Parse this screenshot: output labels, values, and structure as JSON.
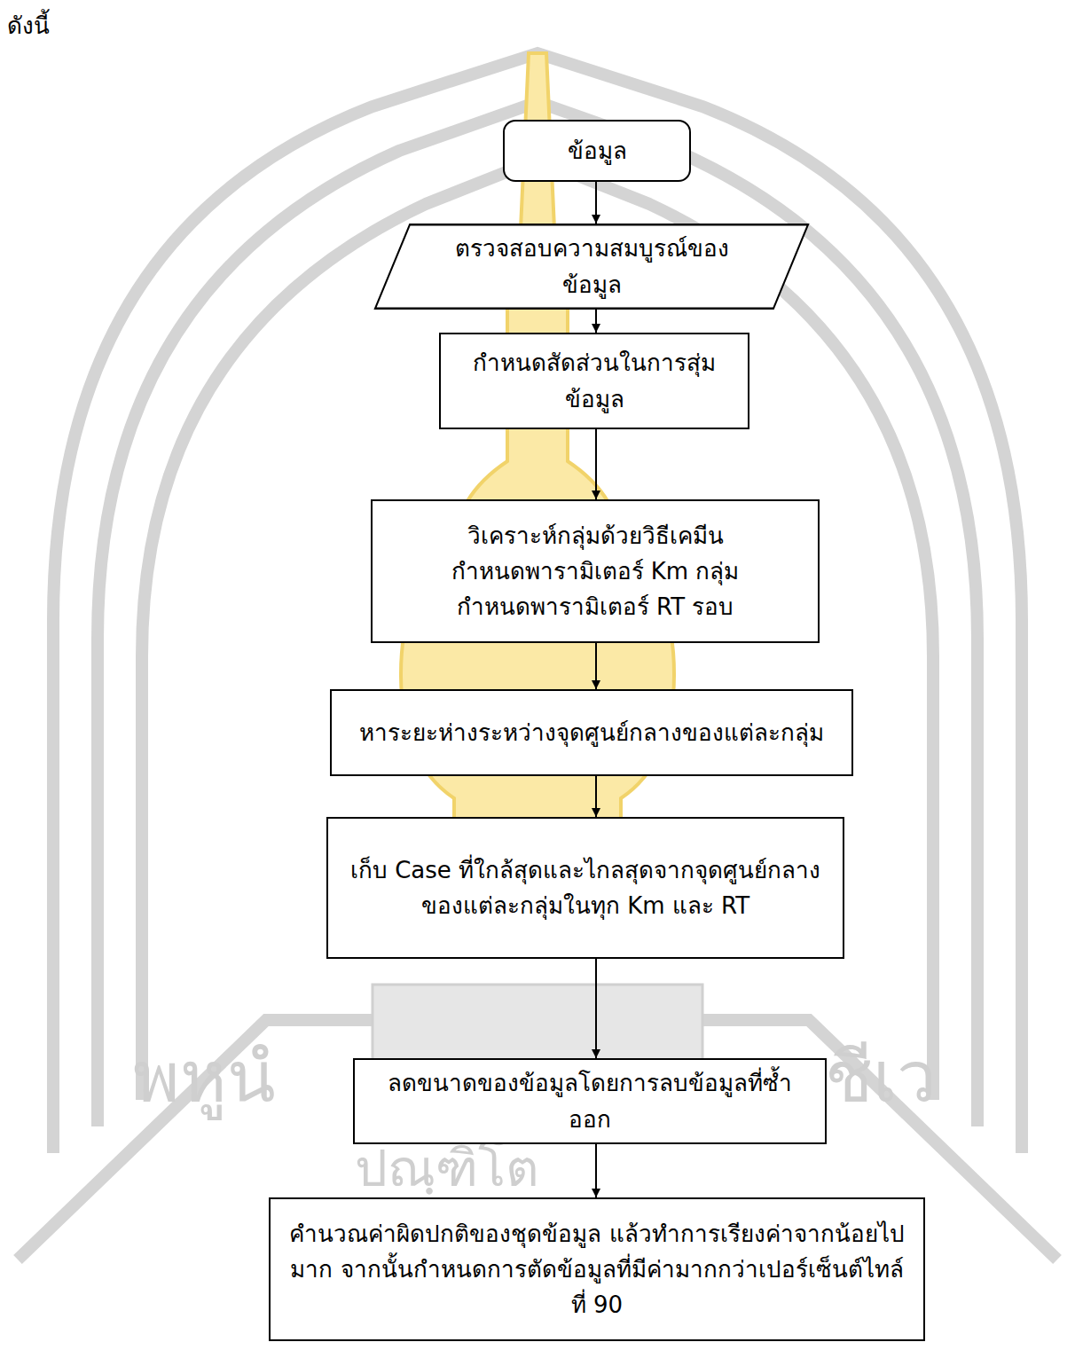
{
  "diagram": {
    "nodes": [
      {
        "text": [
          "ข้อมูล"
        ]
      },
      {
        "text": [
          "ตรวจสอบความสมบูรณ์ของข้อมูล"
        ]
      },
      {
        "text": [
          "กำหนดสัดส่วนในการสุ่มข้อมูล"
        ]
      },
      {
        "text": [
          "วิเคราะห์กลุ่มด้วยวิธีเคมีน",
          "กำหนดพารามิเตอร์ Km กลุ่ม",
          "กำหนดพารามิเตอร์ RT รอบ"
        ]
      },
      {
        "text": [
          "หาระยะห่างระหว่างจุดศูนย์กลางของแต่ละกลุ่ม"
        ]
      },
      {
        "text": [
          "เก็บ Case ที่ใกล้สุดและไกลสุดจากจุดศูนย์กลาง ของแต่ละกลุ่มในทุก Km และ RT"
        ]
      },
      {
        "text": [
          "ลดขนาดของข้อมูลโดยการลบข้อมูลที่ซ้ำออก"
        ]
      },
      {
        "text": [
          "คำนวณค่าผิดปกติของชุดข้อมูล แล้วทำการเรียงค่าจากน้อยไปมาก จากนั้นกำหนดการตัดข้อมูลที่มีค่ามากกว่าเปอร์เซ็นต์ไทล์ที่ 90"
        ]
      }
    ],
    "edges": [
      {
        "from": 0,
        "to": 1,
        "arrow": "to"
      },
      {
        "from": 1,
        "to": 2,
        "arrow": "to"
      },
      {
        "from": 2,
        "to": 3,
        "arrow": "to"
      },
      {
        "from": 3,
        "to": 4,
        "arrow": "to"
      },
      {
        "from": 4,
        "to": 5,
        "arrow": "to"
      },
      {
        "from": 5,
        "to": 6,
        "arrow": "to"
      },
      {
        "from": 6,
        "to": 7,
        "arrow": "to"
      }
    ],
    "labels": [
      "ดังนี้",
      "พหูนํ",
      "ปณฺฑิโต",
      "ชีเว"
    ]
  }
}
